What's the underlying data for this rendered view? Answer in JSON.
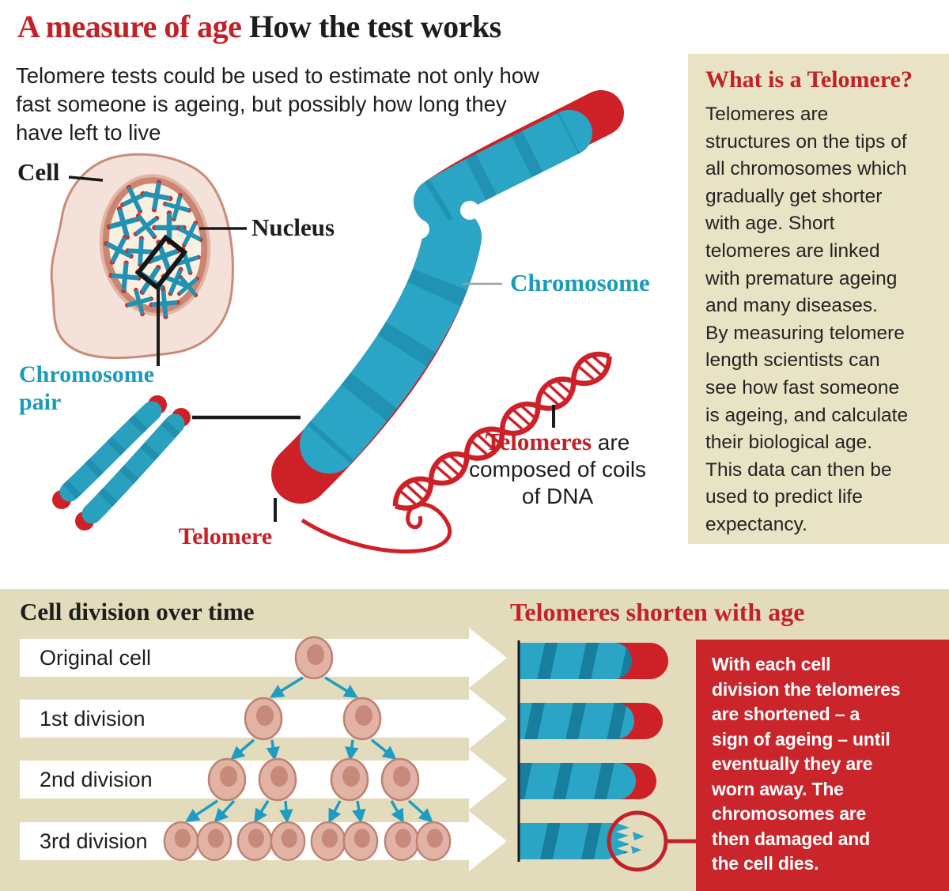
{
  "header": {
    "title_red": "A measure of age",
    "title_black": " How the test works",
    "intro": "Telomere tests could be used to estimate not only how\nfast someone is ageing, but possibly how long they\nhave left to live"
  },
  "anatomy": {
    "cell_label": "Cell",
    "nucleus_label": "Nucleus",
    "chromosome_pair_label": "Chromosome\npair",
    "chromosome_label": "Chromosome",
    "telomere_label": "Telomere",
    "telomeres_note_lead": "Telomeres",
    "telomeres_note_tail": " are",
    "telomeres_note_rest": "composed of coils\nof DNA"
  },
  "sidebar": {
    "heading": "What is a Telomere?",
    "body": "Telomeres are\nstructures on the tips of\nall chromosomes which\ngradually get shorter\nwith age. Short\ntelomeres are linked\nwith premature ageing\nand many diseases.\nBy measuring telomere\nlength scientists can\nsee how fast someone\nis ageing, and calculate\ntheir biological age.\nThis data can then be\nused to predict life\nexpectancy."
  },
  "cell_division": {
    "heading": "Cell division over time",
    "rows": [
      {
        "label": "Original cell",
        "cells": 1
      },
      {
        "label": "1st division",
        "cells": 2
      },
      {
        "label": "2nd division",
        "cells": 4
      },
      {
        "label": "3rd division",
        "cells": 8
      }
    ]
  },
  "telomere_aging": {
    "heading": "Telomeres shorten with age",
    "note": "With each cell\ndivision the telomeres\nare shortened – a\nsign of ageing – until\neventually they are\nworn away. The\nchromosomes are\nthen damaged and\nthe cell dies."
  },
  "colors": {
    "accent_red": "#c32127",
    "note_box_bg": "#c9252b",
    "teal_label": "#1a9bb8",
    "chromosome_blue": "#2aa5c6",
    "chromosome_band": "#187e9e",
    "sidebar_bg": "#e9e3c6",
    "bottom_bg": "#e2dcbd"
  }
}
